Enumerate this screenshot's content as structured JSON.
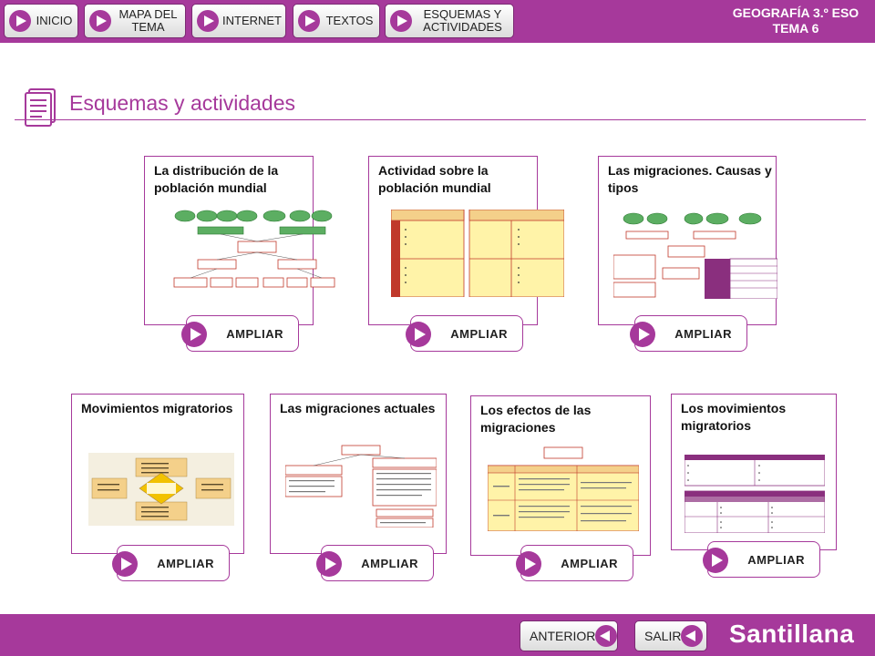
{
  "nav": {
    "buttons": [
      {
        "label": "INICIO"
      },
      {
        "label": "MAPA DEL TEMA"
      },
      {
        "label": "INTERNET"
      },
      {
        "label": "TEXTOS"
      },
      {
        "label": "ESQUEMAS Y ACTIVIDADES"
      }
    ],
    "subject_line1": "GEOGRAFÍA 3.º ESO",
    "subject_line2": "TEMA 6"
  },
  "header": {
    "title": "Esquemas y actividades"
  },
  "cards": [
    {
      "title": "La distribución de la población mundial",
      "button": "AMPLIAR"
    },
    {
      "title": "Actividad sobre la población mundial",
      "button": "AMPLIAR"
    },
    {
      "title": "Las migraciones. Causas y tipos",
      "button": "AMPLIAR"
    },
    {
      "title": "Movimientos migratorios",
      "button": "AMPLIAR"
    },
    {
      "title": "Las migraciones actuales",
      "button": "AMPLIAR"
    },
    {
      "title": "Los efectos de las migraciones",
      "button": "AMPLIAR"
    },
    {
      "title": "Los movimientos migratorios",
      "button": "AMPLIAR"
    }
  ],
  "footer": {
    "prev_label": "ANTERIOR",
    "exit_label": "SALIR",
    "brand": "Santillana"
  },
  "colors": {
    "brand": "#a6399b",
    "thumb_green": "#5cae62",
    "thumb_red": "#c0392b",
    "thumb_yellow": "#fff3a8",
    "thumb_purple": "#8a2f7e"
  },
  "icons": [
    "play-icon",
    "back-icon",
    "document-icon"
  ]
}
